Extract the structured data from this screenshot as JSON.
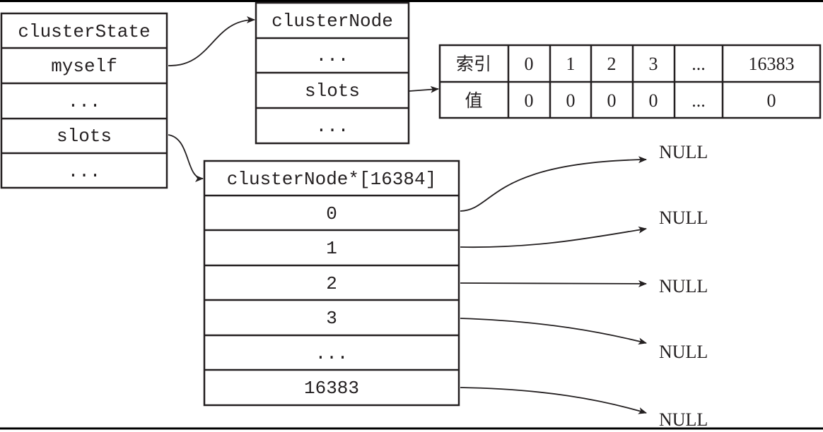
{
  "cluster_state": {
    "title": "clusterState",
    "fields": [
      "myself",
      "...",
      "slots",
      "..."
    ]
  },
  "cluster_node": {
    "title": "clusterNode",
    "fields": [
      "...",
      "slots",
      "..."
    ]
  },
  "bitmap_table": {
    "index_label": "索引",
    "value_label": "值",
    "indexes": [
      "0",
      "1",
      "2",
      "3",
      "...",
      "16383"
    ],
    "values": [
      "0",
      "0",
      "0",
      "0",
      "...",
      "0"
    ]
  },
  "slots_array": {
    "title": "clusterNode*[16384]",
    "entries": [
      "0",
      "1",
      "2",
      "3",
      "...",
      "16383"
    ]
  },
  "null_label": "NULL",
  "colors": {
    "ink": "#231f20",
    "background": "#ffffff"
  }
}
